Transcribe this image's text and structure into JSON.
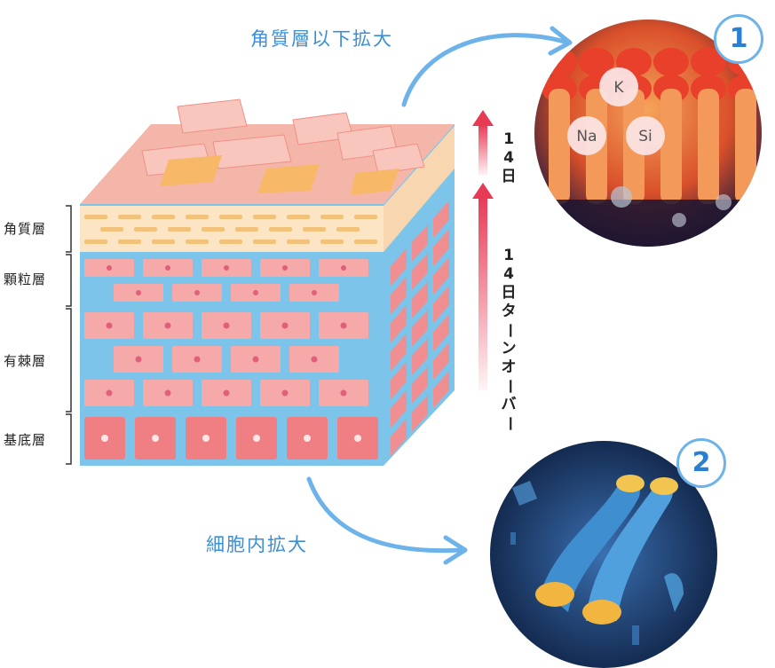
{
  "layers": [
    {
      "label": "角質層"
    },
    {
      "label": "顆粒層"
    },
    {
      "label": "有棘層"
    },
    {
      "label": "基底層"
    }
  ],
  "callouts": {
    "top": {
      "label": "角質層以下拡大",
      "number": "1"
    },
    "bottom": {
      "label": "細胞内拡大",
      "number": "2"
    }
  },
  "turnover": {
    "upper_days": "14日",
    "lower_text": "14日ターンオーバー"
  },
  "ions": [
    "K",
    "Na",
    "Si"
  ],
  "colors": {
    "accent_blue": "#3a8fd6",
    "arrow_red": "#e83a55",
    "skin_pink": "#f5a9a9",
    "interstitial_blue": "#7cc4ea"
  }
}
